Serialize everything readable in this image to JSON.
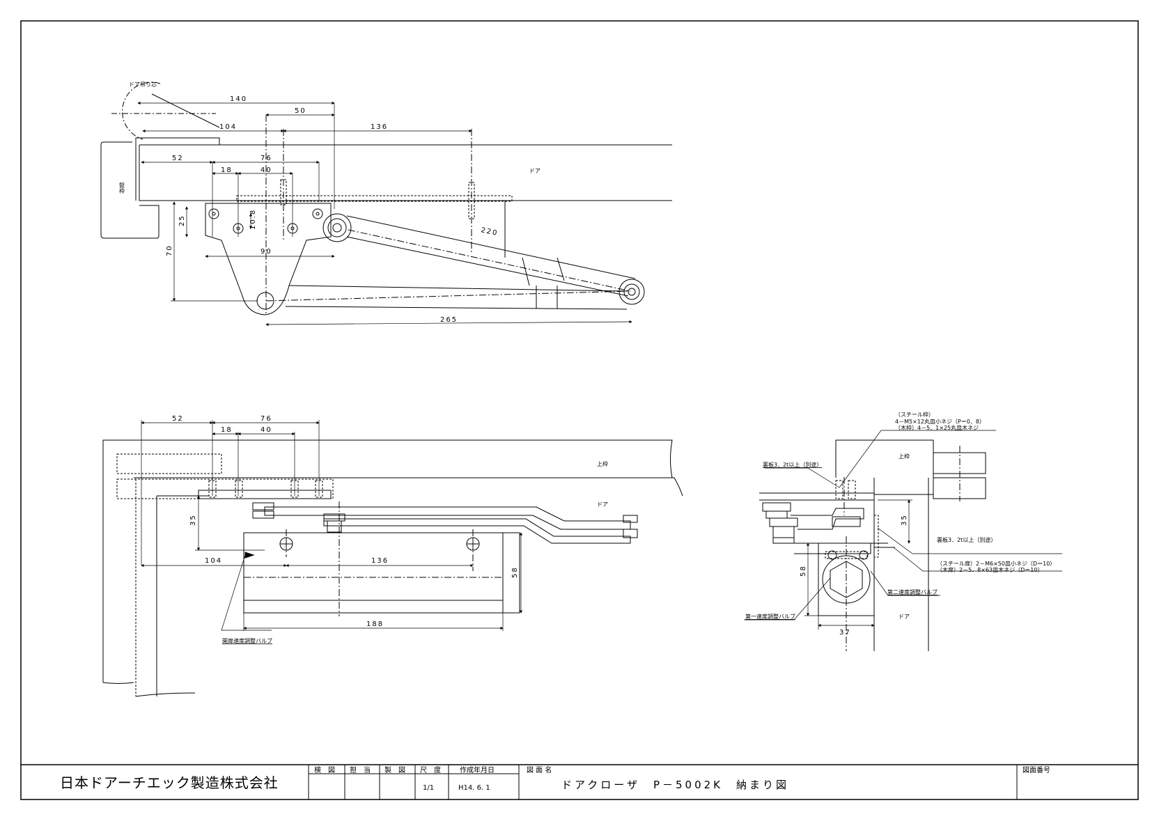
{
  "titleblock": {
    "company": "日本ドアーチエック製造株式会社",
    "headers": [
      "検　図",
      "担　当",
      "製　図",
      "尺　度",
      "作成年月日"
    ],
    "scale": "1/1",
    "date": "H14. 6. 1",
    "drawing_name_label": "図 面 名",
    "drawing_name": "ドアクローザ　P－5002K　納まり図",
    "drawing_number_label": "図面番号"
  },
  "top_view": {
    "labels": {
      "hinge": "ドア吊り芯",
      "frame": "竪枠",
      "door": "ドア"
    },
    "dims": {
      "d140": "140",
      "d50": "50",
      "d104": "104",
      "d136": "136",
      "d52": "52",
      "d76": "76",
      "d18": "18",
      "d40": "40",
      "d25": "25",
      "d10_8": "10.8",
      "d70": "70",
      "d90": "90",
      "d220": "220",
      "d265": "265"
    }
  },
  "front_view": {
    "labels": {
      "upper_frame": "上枠",
      "door": "ドア",
      "valve": "開扉速度調整バルブ"
    },
    "dims": {
      "d52": "52",
      "d76": "76",
      "d18": "18",
      "d40": "40",
      "d35": "35",
      "d104": "104",
      "d136": "136",
      "d58": "58",
      "d188": "188"
    }
  },
  "side_view": {
    "labels": {
      "screw_steel_top": "（スチール枠）",
      "screw_spec_top": "4－M5×12丸皿小ネジ（P＝0．8）",
      "screw_wood_top": "（木枠）4－5．1×25丸皿木ネジ",
      "upper_frame": "上枠",
      "backplate_top": "裏板3．2t以上（別途）",
      "backplate_right": "裏板3．2t以上（別途）",
      "screw_steel_door": "（スチール扉）2－M6×50皿小ネジ（D＝10）",
      "screw_wood_door": "（木扉）2－5．8×63皿木ネジ（D＝10）",
      "valve2": "第二速度調整バルブ",
      "valve1": "第一速度調整バルブ",
      "door": "ドア"
    },
    "dims": {
      "d35": "35",
      "d58": "58",
      "d37": "37"
    }
  }
}
